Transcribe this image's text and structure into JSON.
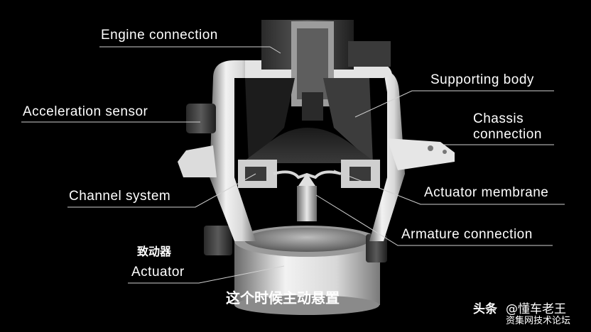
{
  "labels": {
    "engine_connection": "Engine connection",
    "supporting_body": "Supporting body",
    "acceleration_sensor": "Acceleration sensor",
    "chassis_connection_line1": "Chassis",
    "chassis_connection_line2": "connection",
    "channel_system": "Channel system",
    "actuator_membrane": "Actuator membrane",
    "armature_connection": "Armature connection",
    "actuator_cn": "致动器",
    "actuator": "Actuator"
  },
  "subtitle": "这个时候主动悬置",
  "watermark": {
    "brand": "头条",
    "handle": "@懂车老王",
    "forum": "资集网技术论坛"
  },
  "colors": {
    "background": "#000000",
    "text": "#ffffff",
    "leader_line": "#d0d0d0"
  }
}
